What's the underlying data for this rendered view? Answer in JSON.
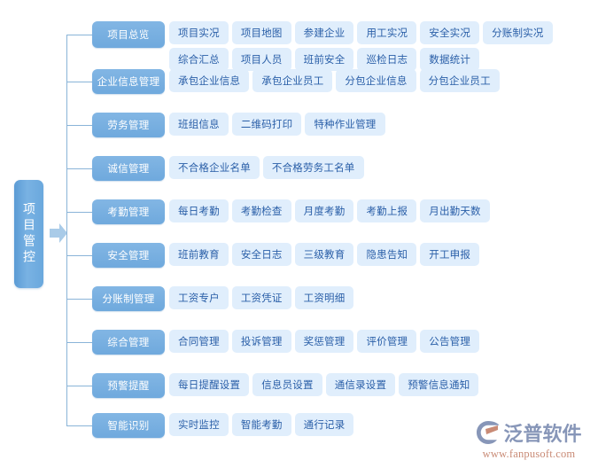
{
  "root": {
    "label": "项目管控"
  },
  "arrow": {
    "icon": "right-arrow-icon"
  },
  "groups": [
    {
      "label": "项目总览",
      "rows": [
        [
          "项目实况",
          "项目地图",
          "参建企业",
          "用工实况",
          "安全实况",
          "分账制实况"
        ],
        [
          "综合汇总",
          "项目人员",
          "班前安全",
          "巡检日志",
          "数据统计"
        ]
      ]
    },
    {
      "label": "企业信息管理",
      "rows": [
        [
          "承包企业信息",
          "承包企业员工",
          "分包企业信息",
          "分包企业员工"
        ]
      ]
    },
    {
      "label": "劳务管理",
      "rows": [
        [
          "班组信息",
          "二维码打印",
          "特种作业管理"
        ]
      ]
    },
    {
      "label": "诚信管理",
      "rows": [
        [
          "不合格企业名单",
          "不合格劳务工名单"
        ]
      ]
    },
    {
      "label": "考勤管理",
      "rows": [
        [
          "每日考勤",
          "考勤检查",
          "月度考勤",
          "考勤上报",
          "月出勤天数"
        ]
      ]
    },
    {
      "label": "安全管理",
      "rows": [
        [
          "班前教育",
          "安全日志",
          "三级教育",
          "隐患告知",
          "开工申报"
        ]
      ]
    },
    {
      "label": "分账制管理",
      "rows": [
        [
          "工资专户",
          "工资凭证",
          "工资明细"
        ]
      ]
    },
    {
      "label": "综合管理",
      "rows": [
        [
          "合同管理",
          "投诉管理",
          "奖惩管理",
          "评价管理",
          "公告管理"
        ]
      ]
    },
    {
      "label": "预警提醒",
      "rows": [
        [
          "每日提醒设置",
          "信息员设置",
          "通信录设置",
          "预警信息通知"
        ]
      ]
    },
    {
      "label": "智能识别",
      "rows": [
        [
          "实时监控",
          "智能考勤",
          "通行记录"
        ]
      ]
    }
  ],
  "logo": {
    "mark": "fanpu-logo-icon",
    "name": "泛普软件",
    "url": "www.fanpusoft.com"
  },
  "colors": {
    "root_blue": "#6aa8dd",
    "category_blue": "#76afe1",
    "leaf_bg": "#e0eefc",
    "leaf_text": "#2a5fa8",
    "line": "#8ab4d8",
    "logo_text": "#8796b8",
    "logo_url": "#c98b76"
  }
}
